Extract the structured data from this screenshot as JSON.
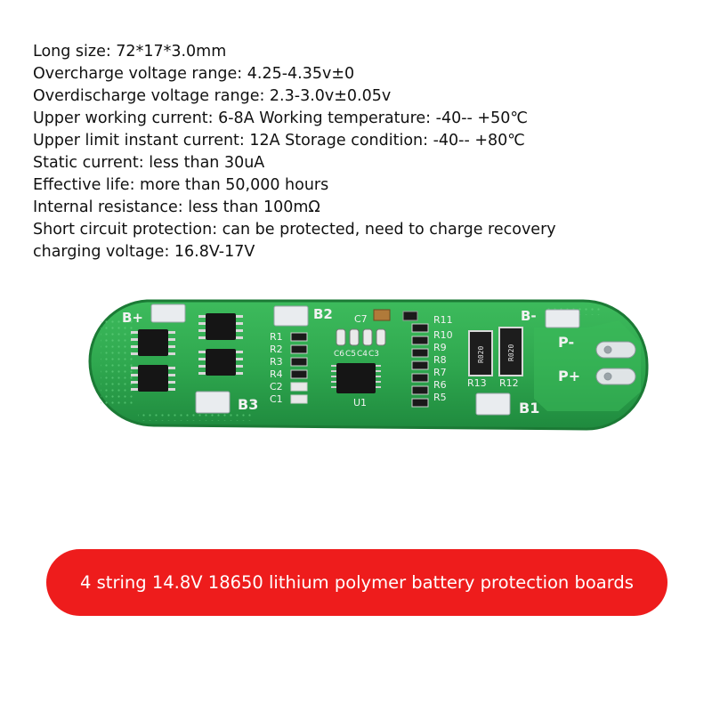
{
  "specs": [
    "Long size: 72*17*3.0mm",
    "Overcharge voltage range: 4.25-4.35v±0",
    "Overdischarge voltage range: 2.3-3.0v±0.05v",
    "Upper working current: 6-8A Working temperature: -40-- +50℃",
    "Upper limit instant current: 12A Storage condition: -40-- +80℃",
    "Static current: less than 30uA",
    "Effective life: more than 50,000 hours",
    "Internal resistance: less than 100mΩ",
    "Short circuit protection: can be protected, need to charge recovery",
    "charging voltage: 16.8V-17V"
  ],
  "board": {
    "pads": [
      "B+",
      "B2",
      "B-",
      "B3",
      "B1",
      "P-",
      "P+"
    ],
    "left_refs": [
      "R1",
      "R2",
      "R3",
      "R4",
      "C2",
      "C1"
    ],
    "right_refs": [
      "R11",
      "R10",
      "R9",
      "R8",
      "R7",
      "R6",
      "R5"
    ],
    "cap_refs": [
      "C7",
      "C6",
      "C5",
      "C4",
      "C3"
    ],
    "ic_label": "U1",
    "sense_refs": [
      "R13",
      "R12"
    ],
    "resistor_markings": [
      "R020",
      "R020"
    ]
  },
  "banner": {
    "text": "4 string 14.8V 18650 lithium polymer battery protection boards"
  },
  "colors": {
    "pcb": "#2fa84f",
    "pcb_edge": "#1f7f39",
    "banner": "#ee1c1c",
    "silkscreen": "#f2f2f2"
  }
}
